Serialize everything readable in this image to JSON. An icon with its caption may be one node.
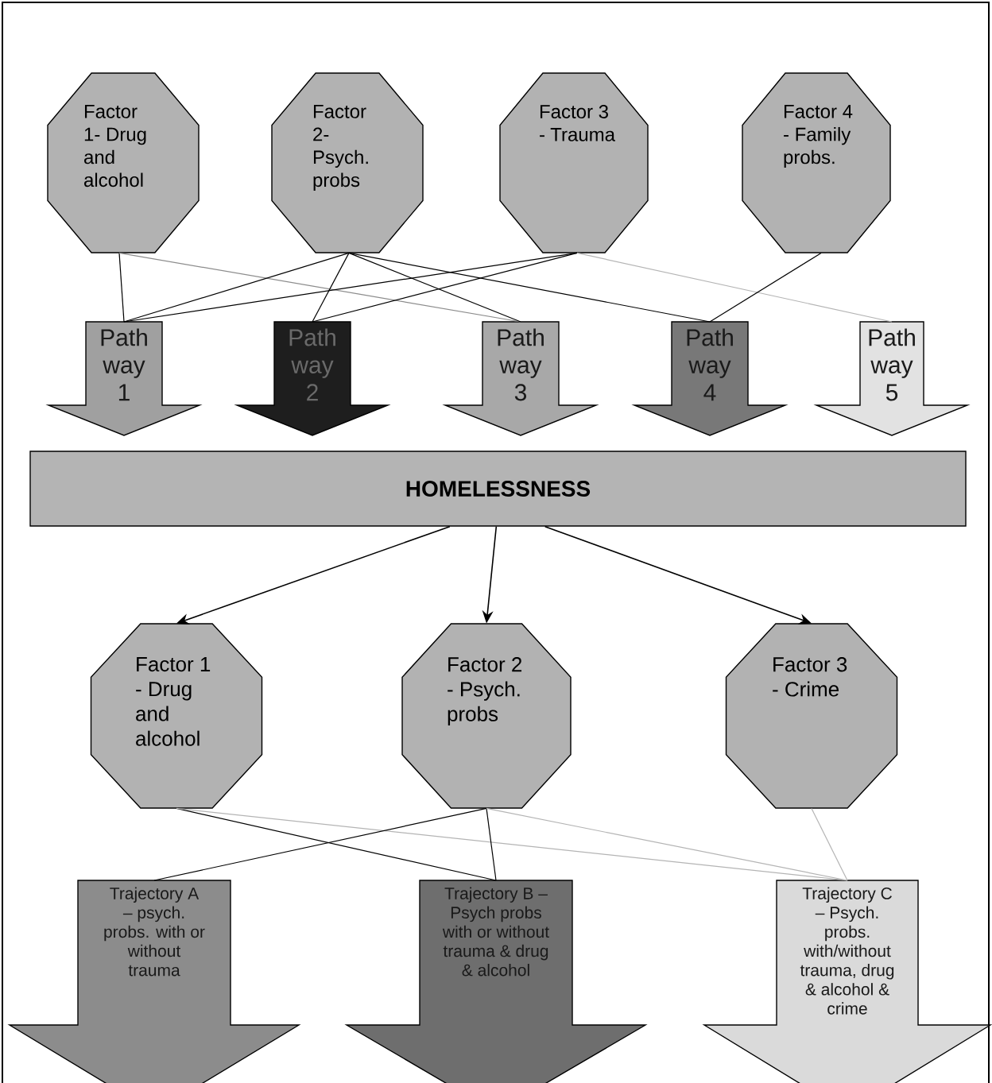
{
  "diagram": {
    "nodes": [
      {
        "text": [
          "Factor 1- Drug and alcohol"
        ]
      },
      {
        "text": [
          "Factor 2- Psych. probs"
        ]
      },
      {
        "text": [
          "Factor 3 - Trauma"
        ]
      },
      {
        "text": [
          "Factor 4 - Family probs."
        ]
      },
      {
        "text": [
          "Path way 1"
        ]
      },
      {
        "text": [
          "Path way 2"
        ]
      },
      {
        "text": [
          "Path way 3"
        ]
      },
      {
        "text": [
          "Path way 4"
        ]
      },
      {
        "text": [
          "Path way 5"
        ]
      },
      {
        "text": [
          "HOMELESSNESS"
        ]
      },
      {
        "text": [
          "Factor 1 - Drug and alcohol"
        ]
      },
      {
        "text": [
          "Factor 2 - Psych. probs"
        ]
      },
      {
        "text": [
          "Factor 3 - Crime"
        ]
      },
      {
        "text": [
          "Trajectory A – psych. probs. with or without trauma"
        ]
      },
      {
        "text": [
          "Trajectory B – Psych probs with or without trauma & drug & alcohol"
        ]
      },
      {
        "text": [
          "Trajectory C – Psych. probs. with/without trauma, drug & alcohol & crime"
        ]
      }
    ],
    "edges": [
      {
        "from": 0,
        "to": 4,
        "arrow": "none"
      },
      {
        "from": 0,
        "to": 6,
        "arrow": "none",
        "color": "#8c8c8c"
      },
      {
        "from": 1,
        "to": 4,
        "arrow": "none"
      },
      {
        "from": 1,
        "to": 5,
        "arrow": "none"
      },
      {
        "from": 1,
        "to": 6,
        "arrow": "none"
      },
      {
        "from": 1,
        "to": 7,
        "arrow": "none"
      },
      {
        "from": 2,
        "to": 4,
        "arrow": "none"
      },
      {
        "from": 2,
        "to": 5,
        "arrow": "none"
      },
      {
        "from": 2,
        "to": 8,
        "arrow": "none",
        "color": "#b4b4b4"
      },
      {
        "from": 3,
        "to": 7,
        "arrow": "none"
      },
      {
        "from": 9,
        "to": 10,
        "arrow": "to"
      },
      {
        "from": 9,
        "to": 11,
        "arrow": "to"
      },
      {
        "from": 9,
        "to": 12,
        "arrow": "to"
      },
      {
        "from": 10,
        "to": 14,
        "arrow": "none"
      },
      {
        "from": 10,
        "to": 15,
        "arrow": "none",
        "color": "#b4b4b4"
      },
      {
        "from": 11,
        "to": 13,
        "arrow": "none"
      },
      {
        "from": 11,
        "to": 14,
        "arrow": "none"
      },
      {
        "from": 11,
        "to": 15,
        "arrow": "none",
        "color": "#b4b4b4"
      },
      {
        "from": 12,
        "to": 15,
        "arrow": "none",
        "color": "#b4b4b4"
      }
    ]
  }
}
